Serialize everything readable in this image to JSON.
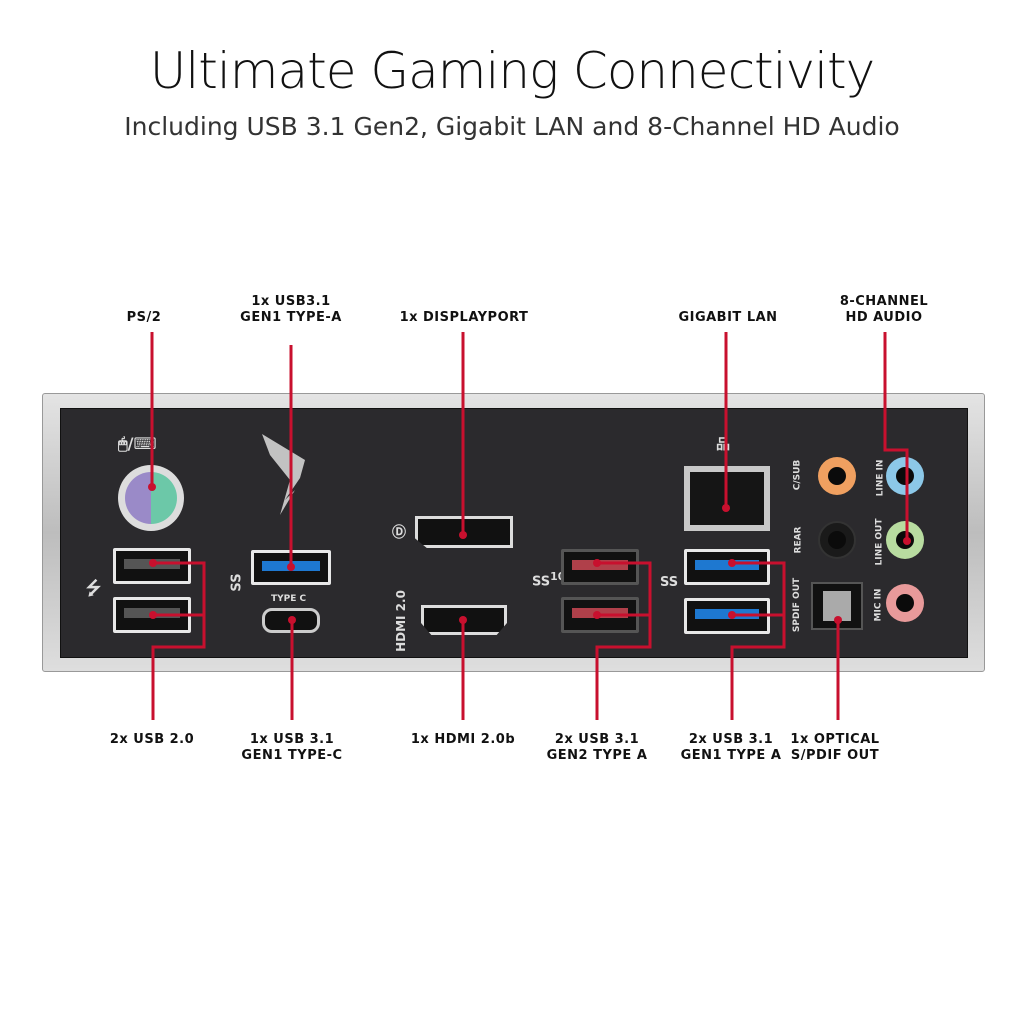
{
  "header": {
    "title": "Ultimate Gaming Connectivity",
    "subtitle": "Including USB 3.1 Gen2, Gigabit LAN and 8-Channel HD Audio"
  },
  "top_labels": {
    "ps2": "PS/2",
    "usb31_gen1_a": "1x USB3.1\nGEN1 TYPE-A",
    "displayport": "1x DISPLAYPORT",
    "lan": "GIGABIT LAN",
    "audio": "8-CHANNEL\nHD AUDIO"
  },
  "bottom_labels": {
    "usb20": "2x USB 2.0",
    "usb31_gen1_c": "1x USB 3.1\nGEN1 TYPE-C",
    "hdmi": "1x HDMI 2.0b",
    "usb31_gen2_a": "2x USB 3.1\nGEN2 TYPE A",
    "usb31_gen1_a2": "2x USB 3.1\nGEN1 TYPE A",
    "optical": "1x OPTICAL\nS/PDIF OUT"
  },
  "silkscreen": {
    "type_c": "TYPE C",
    "hdmi": "HDMI 2.0",
    "csub": "C/SUB",
    "rear": "REAR",
    "spdif": "SPDIF OUT",
    "line_in": "LINE IN",
    "line_out": "LINE OUT",
    "mic_in": "MIC IN",
    "ss": "SS",
    "ss10": "10"
  },
  "colors": {
    "callout": "#c8102e",
    "usb3_blue": "#1e78d0",
    "usb_gen2_red": "#b0404a",
    "csub": "#f0a060",
    "line_in": "#8cc8e8",
    "line_out": "#b8dca0",
    "mic_in": "#e89a9a"
  }
}
